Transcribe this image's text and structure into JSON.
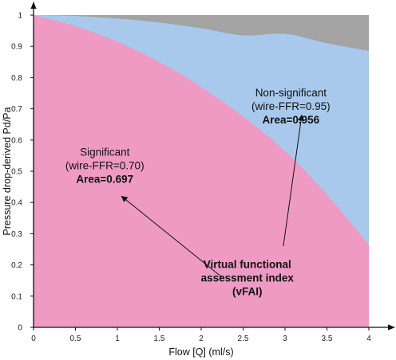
{
  "chart_data": {
    "type": "area",
    "title": "",
    "xlabel": "Flow [Q] (ml/s)",
    "ylabel": "Pressure drop-derived Pd/Pa",
    "xlim": [
      0,
      4
    ],
    "ylim": [
      0,
      1
    ],
    "x_ticks": [
      "0",
      "0.5",
      "1",
      "1.5",
      "2",
      "2.5",
      "3",
      "3.5",
      "4"
    ],
    "y_ticks": [
      "0",
      "0.1",
      "0.2",
      "0.3",
      "0.4",
      "0.5",
      "0.6",
      "0.7",
      "0.8",
      "0.9",
      "1"
    ],
    "grid": false,
    "legend": "none",
    "series": [
      {
        "x": [
          0,
          0.5,
          1,
          1.5,
          2,
          2.5,
          3,
          3.5,
          4
        ],
        "y": [
          1.0,
          0.997,
          0.989,
          0.976,
          0.958,
          0.935,
          0.94,
          0.91,
          0.885
        ],
        "color": "#a8c9ec"
      },
      {
        "x": [
          0,
          0.5,
          1,
          1.5,
          2,
          2.5,
          3,
          3.5,
          4
        ],
        "y": [
          1.0,
          0.965,
          0.915,
          0.85,
          0.77,
          0.675,
          0.565,
          0.425,
          0.265
        ],
        "color": "#ee9ac2"
      }
    ],
    "background_color": "#a3a3a3",
    "annotations": [
      {
        "lines": [
          "Non-significant",
          "(wire-FFR=0.95)"
        ],
        "bold": "Area=0.956",
        "at": [
          3.07,
          0.74
        ],
        "arrow_to": [
          3.2,
          0.68
        ],
        "arrow_from": [
          2.98,
          0.26
        ]
      },
      {
        "lines": [
          "Significant",
          "(wire-FFR=0.70)"
        ],
        "bold": "Area=0.697",
        "at": [
          0.85,
          0.55
        ],
        "arrow_to": [
          1.05,
          0.42
        ],
        "arrow_from": [
          2.25,
          0.16
        ]
      },
      {
        "lines": [],
        "bold_lines": [
          "Virtual functional",
          "assessment index",
          "(vFAI)"
        ],
        "at": [
          2.55,
          0.19
        ]
      }
    ]
  }
}
